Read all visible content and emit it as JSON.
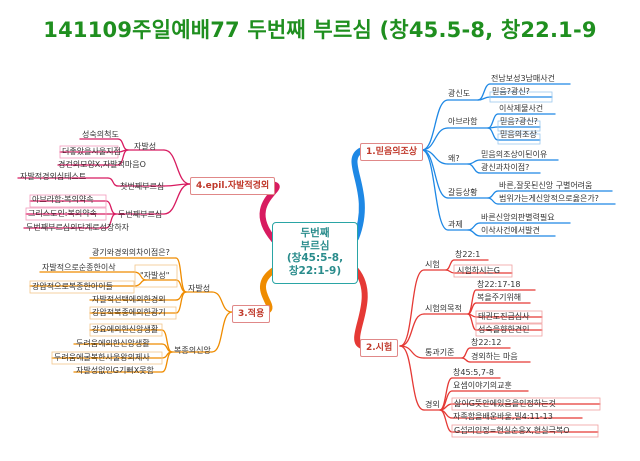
{
  "title": "141109주일예배77 두번째 부르심 (창45.5-8, 창22.1-9",
  "center": {
    "lines": [
      "두번째",
      "부르심",
      "(창45:5-8,",
      "창22:1-9)"
    ]
  },
  "colors": {
    "title": "#1f8f1f",
    "branch1": "#1e88e5",
    "branch2": "#e53935",
    "branch3": "#ef8c00",
    "branch4": "#d81b60",
    "center_border": "#2aa5a5"
  },
  "topics": {
    "b1": {
      "label": "1.믿음의조상",
      "subs": [
        {
          "label": "광신도",
          "items": [
            "전남보성3남매사건",
            "믿음?광신?"
          ]
        },
        {
          "label": "아브라함",
          "items": [
            "이삭제물사건",
            "믿음?광신?",
            "믿음의조상"
          ]
        },
        {
          "label": "왜?",
          "items": [
            "믿음의조상이된이유",
            "광신과차이점?"
          ]
        },
        {
          "label": "갈등상황",
          "items": [
            "바른,잘못된신앙 구별어려움",
            "범위가는게신앙적으로옳은가?"
          ]
        },
        {
          "label": "과제",
          "items": [
            "바른신앙의판별력필요",
            "이삭사건에서발견"
          ]
        }
      ]
    },
    "b2": {
      "label": "2.시험",
      "subs": [
        {
          "label": "시험",
          "items": [
            "창22:1",
            "시험하시는G"
          ]
        },
        {
          "label": "시험의목적",
          "items": [
            "창22:17-18",
            "복을주기위해",
            "태권도진급심사",
            "성숙을향한견인"
          ]
        },
        {
          "label": "통과기준",
          "items": [
            "창22:12",
            "경외하는 마음"
          ]
        },
        {
          "label": "경외",
          "items": [
            "창45:5,7-8",
            "요셉이야기의교훈",
            "삶이G뜻안에있음을인정하는것",
            "자족함을배운바울,빌4:11-13",
            "G섭리인정=현실순응X,현실극복O"
          ]
        }
      ]
    },
    "b3": {
      "label": "3.적용",
      "subs": [
        {
          "label": "자발성",
          "items": [
            "광기와경외의차이점은?",
            "\"자발성\"",
            "자발적으로순종한이삭",
            "강압적으로복종한아이들",
            "자발적선택에의한경외",
            "강압적복종에의한광기"
          ]
        },
        {
          "label": "복종의신앙",
          "items": [
            "강요에의한신앙생활",
            "두려움에의한신앙생활",
            "두려움에굴복한사울왕의제사",
            "자발성없인G기뻐X못함"
          ]
        }
      ]
    },
    "b4": {
      "label": "4.epil.자발적경외",
      "subs": [
        {
          "label": "자발성",
          "items": [
            "성숙의척도",
            "더좋았을사울지점",
            "경건의모양X,자발적마음O"
          ]
        },
        {
          "label": "첫번째부르심",
          "items": [
            "자발적경외심테스트"
          ]
        },
        {
          "label": "두번째부르심",
          "items": [
            "아브라함:복의약속",
            "그리스도인:복의약속",
            "두번째부르심의단계로성장하자"
          ]
        }
      ]
    }
  }
}
